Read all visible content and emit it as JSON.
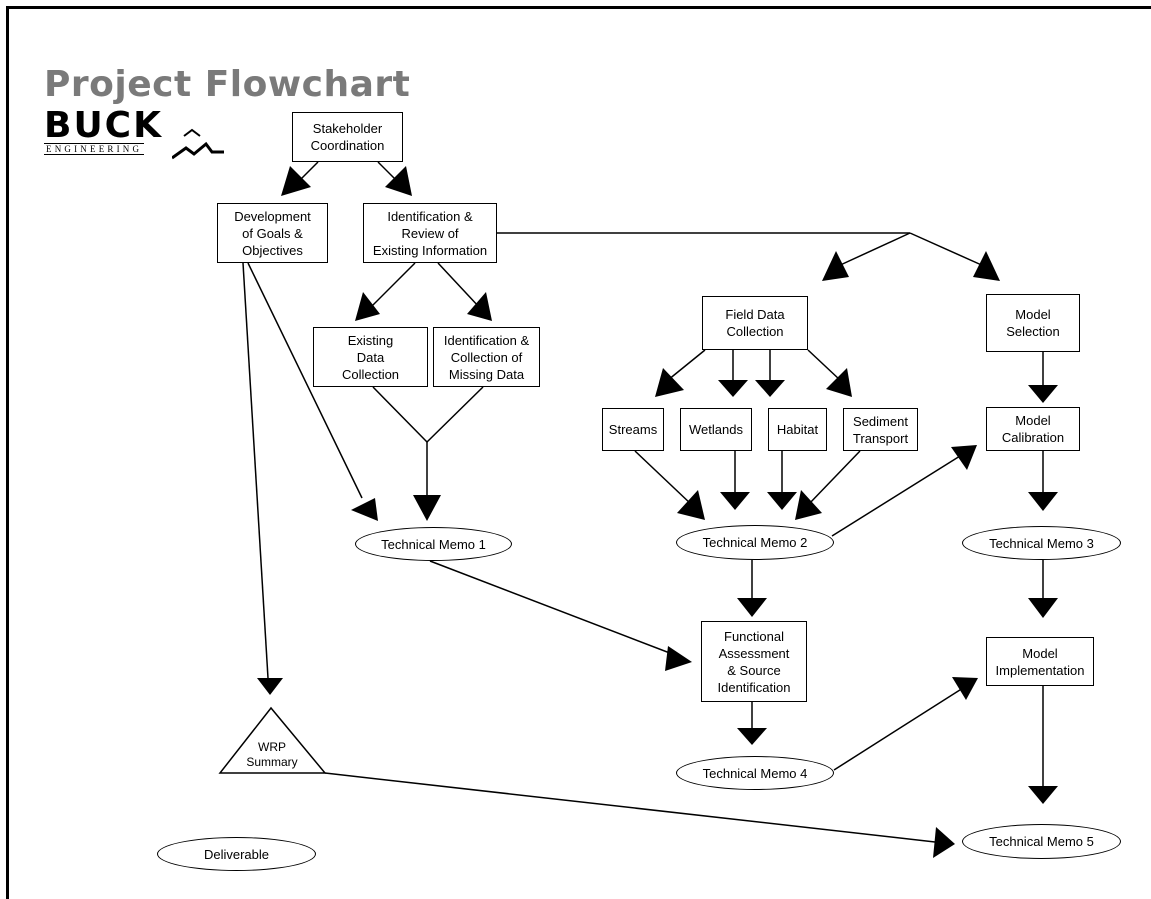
{
  "title": "Project Flowchart",
  "logo": {
    "word": "BUCK",
    "subword": "ENGINEERING"
  },
  "nodes": {
    "stakeholder": "Stakeholder\nCoordination",
    "goals": "Development\nof Goals &\nObjectives",
    "review": "Identification &\nReview of\nExisting Information",
    "existing_data": "Existing\nData\nCollection",
    "missing_data": "Identification &\nCollection of\nMissing Data",
    "field_data": "Field Data\nCollection",
    "streams": "Streams",
    "wetlands": "Wetlands",
    "habitat": "Habitat",
    "sediment": "Sediment\nTransport",
    "model_selection": "Model\nSelection",
    "model_calibration": "Model\nCalibration",
    "tm1": "Technical Memo 1",
    "tm2": "Technical Memo 2",
    "tm3": "Technical Memo 3",
    "tm4": "Technical Memo 4",
    "tm5": "Technical Memo 5",
    "functional": "Functional\nAssessment\n& Source\nIdentification",
    "model_impl": "Model\nImplementation",
    "wrp": "WRP\nSummary",
    "deliverable": "Deliverable"
  }
}
